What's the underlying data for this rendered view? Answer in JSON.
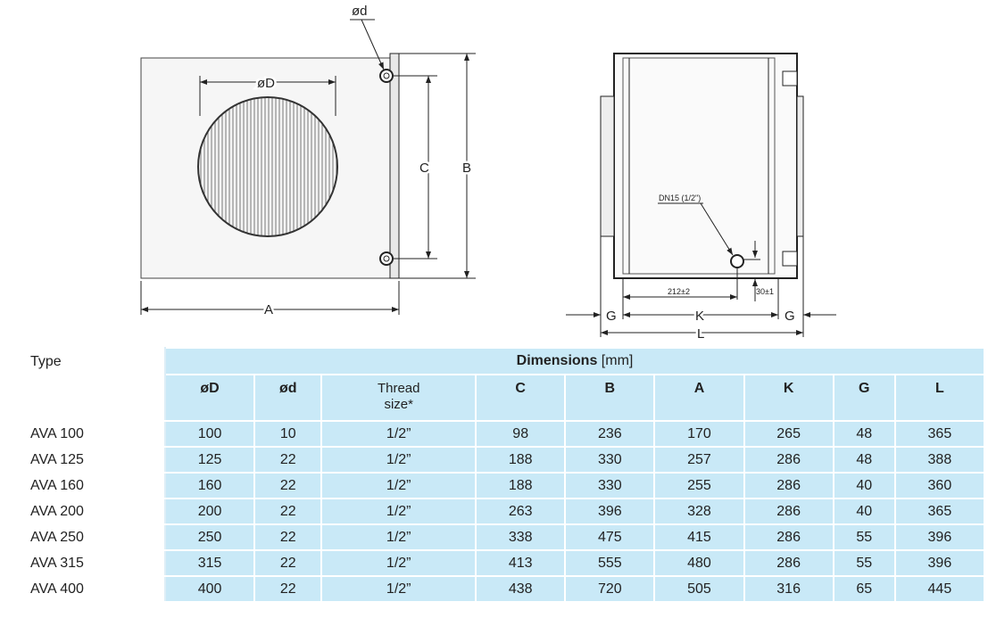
{
  "drawing": {
    "front": {
      "label_od": "øD",
      "label_d": "ød",
      "label_C": "C",
      "label_B": "B",
      "label_A": "A"
    },
    "side": {
      "label_dn": "DN15 (1/2\")",
      "label_212": "212±2",
      "label_30": "30±1",
      "label_G": "G",
      "label_K": "K",
      "label_L": "L"
    }
  },
  "table": {
    "type_header": "Type",
    "dimensions_title": "Dimensions",
    "dimensions_unit": " [mm]",
    "columns": [
      "øD",
      "ød",
      "Thread size*",
      "C",
      "B",
      "A",
      "K",
      "G",
      "L"
    ],
    "rows": [
      {
        "type": "AVA 100",
        "values": [
          "100",
          "10",
          "1/2”",
          "98",
          "236",
          "170",
          "265",
          "48",
          "365"
        ]
      },
      {
        "type": "AVA 125",
        "values": [
          "125",
          "22",
          "1/2”",
          "188",
          "330",
          "257",
          "286",
          "48",
          "388"
        ]
      },
      {
        "type": "AVA 160",
        "values": [
          "160",
          "22",
          "1/2”",
          "188",
          "330",
          "255",
          "286",
          "40",
          "360"
        ]
      },
      {
        "type": "AVA 200",
        "values": [
          "200",
          "22",
          "1/2”",
          "263",
          "396",
          "328",
          "286",
          "40",
          "365"
        ]
      },
      {
        "type": "AVA 250",
        "values": [
          "250",
          "22",
          "1/2”",
          "338",
          "475",
          "415",
          "286",
          "55",
          "396"
        ]
      },
      {
        "type": "AVA 315",
        "values": [
          "315",
          "22",
          "1/2”",
          "413",
          "555",
          "480",
          "286",
          "55",
          "396"
        ]
      },
      {
        "type": "AVA 400",
        "values": [
          "400",
          "22",
          "1/2”",
          "438",
          "720",
          "505",
          "316",
          "65",
          "445"
        ]
      }
    ]
  }
}
